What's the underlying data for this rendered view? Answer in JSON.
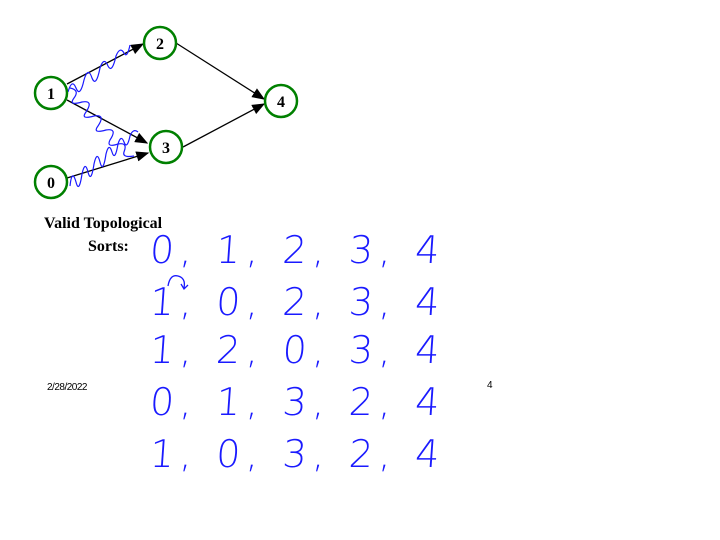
{
  "graph": {
    "nodes": [
      {
        "id": "1",
        "label": "1"
      },
      {
        "id": "2",
        "label": "2"
      },
      {
        "id": "3",
        "label": "3"
      },
      {
        "id": "0",
        "label": "0"
      },
      {
        "id": "4",
        "label": "4"
      }
    ],
    "edges": [
      [
        "1",
        "2"
      ],
      [
        "1",
        "3"
      ],
      [
        "0",
        "3"
      ],
      [
        "2",
        "4"
      ],
      [
        "3",
        "4"
      ]
    ],
    "node_color": "#008000",
    "annotation_color": "#1a1aff"
  },
  "heading": {
    "line1": "Valid Topological",
    "line2": "Sorts:"
  },
  "sorts": [
    "0, 1, 2, 3, 4",
    "1, 0, 2, 3, 4",
    "1, 2, 0, 3, 4",
    "0, 1, 3, 2, 4",
    "1, 0, 3, 2, 4"
  ],
  "footer": {
    "date": "2/28/2022",
    "page": "4"
  }
}
